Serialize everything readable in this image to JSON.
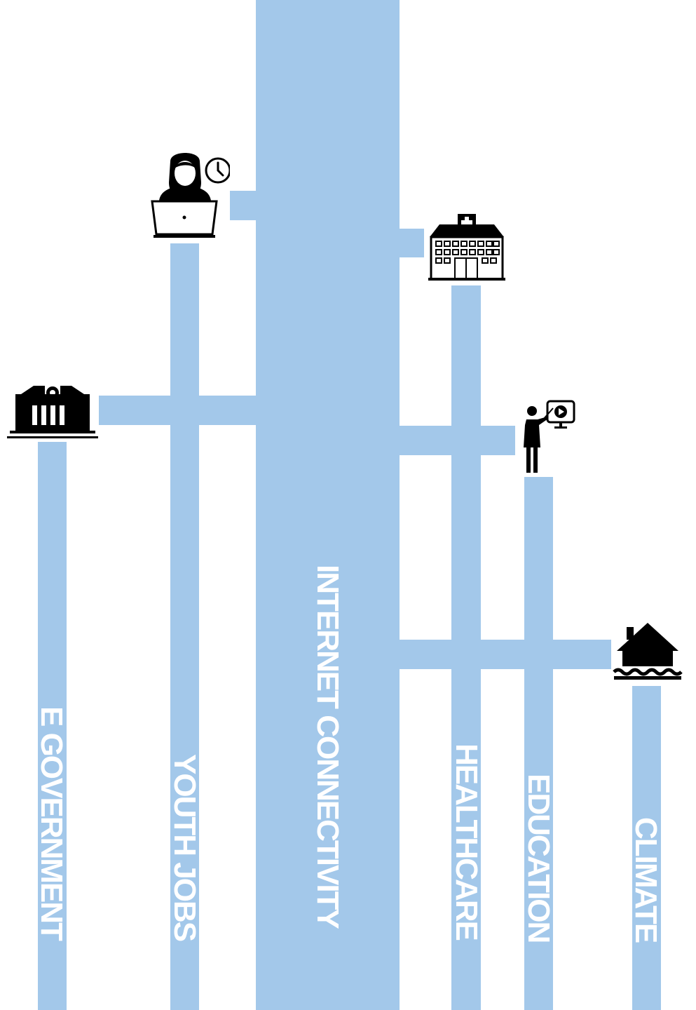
{
  "diagram": {
    "main_label": "INTERNET CONNECTIVITY",
    "branches": {
      "egov": {
        "label": "E GOVERNMENT",
        "icon": "government-building-icon"
      },
      "youth": {
        "label": "YOUTH JOBS",
        "icon": "woman-laptop-clock-icon"
      },
      "health": {
        "label": "HEALTHCARE",
        "icon": "hospital-icon"
      },
      "edu": {
        "label": "EDUCATION",
        "icon": "teacher-screen-icon"
      },
      "climate": {
        "label": "CLIMATE",
        "icon": "flooded-house-icon"
      }
    },
    "colors": {
      "bar": "#a3c8ea",
      "label": "#ffffff",
      "icon": "#000000"
    }
  }
}
